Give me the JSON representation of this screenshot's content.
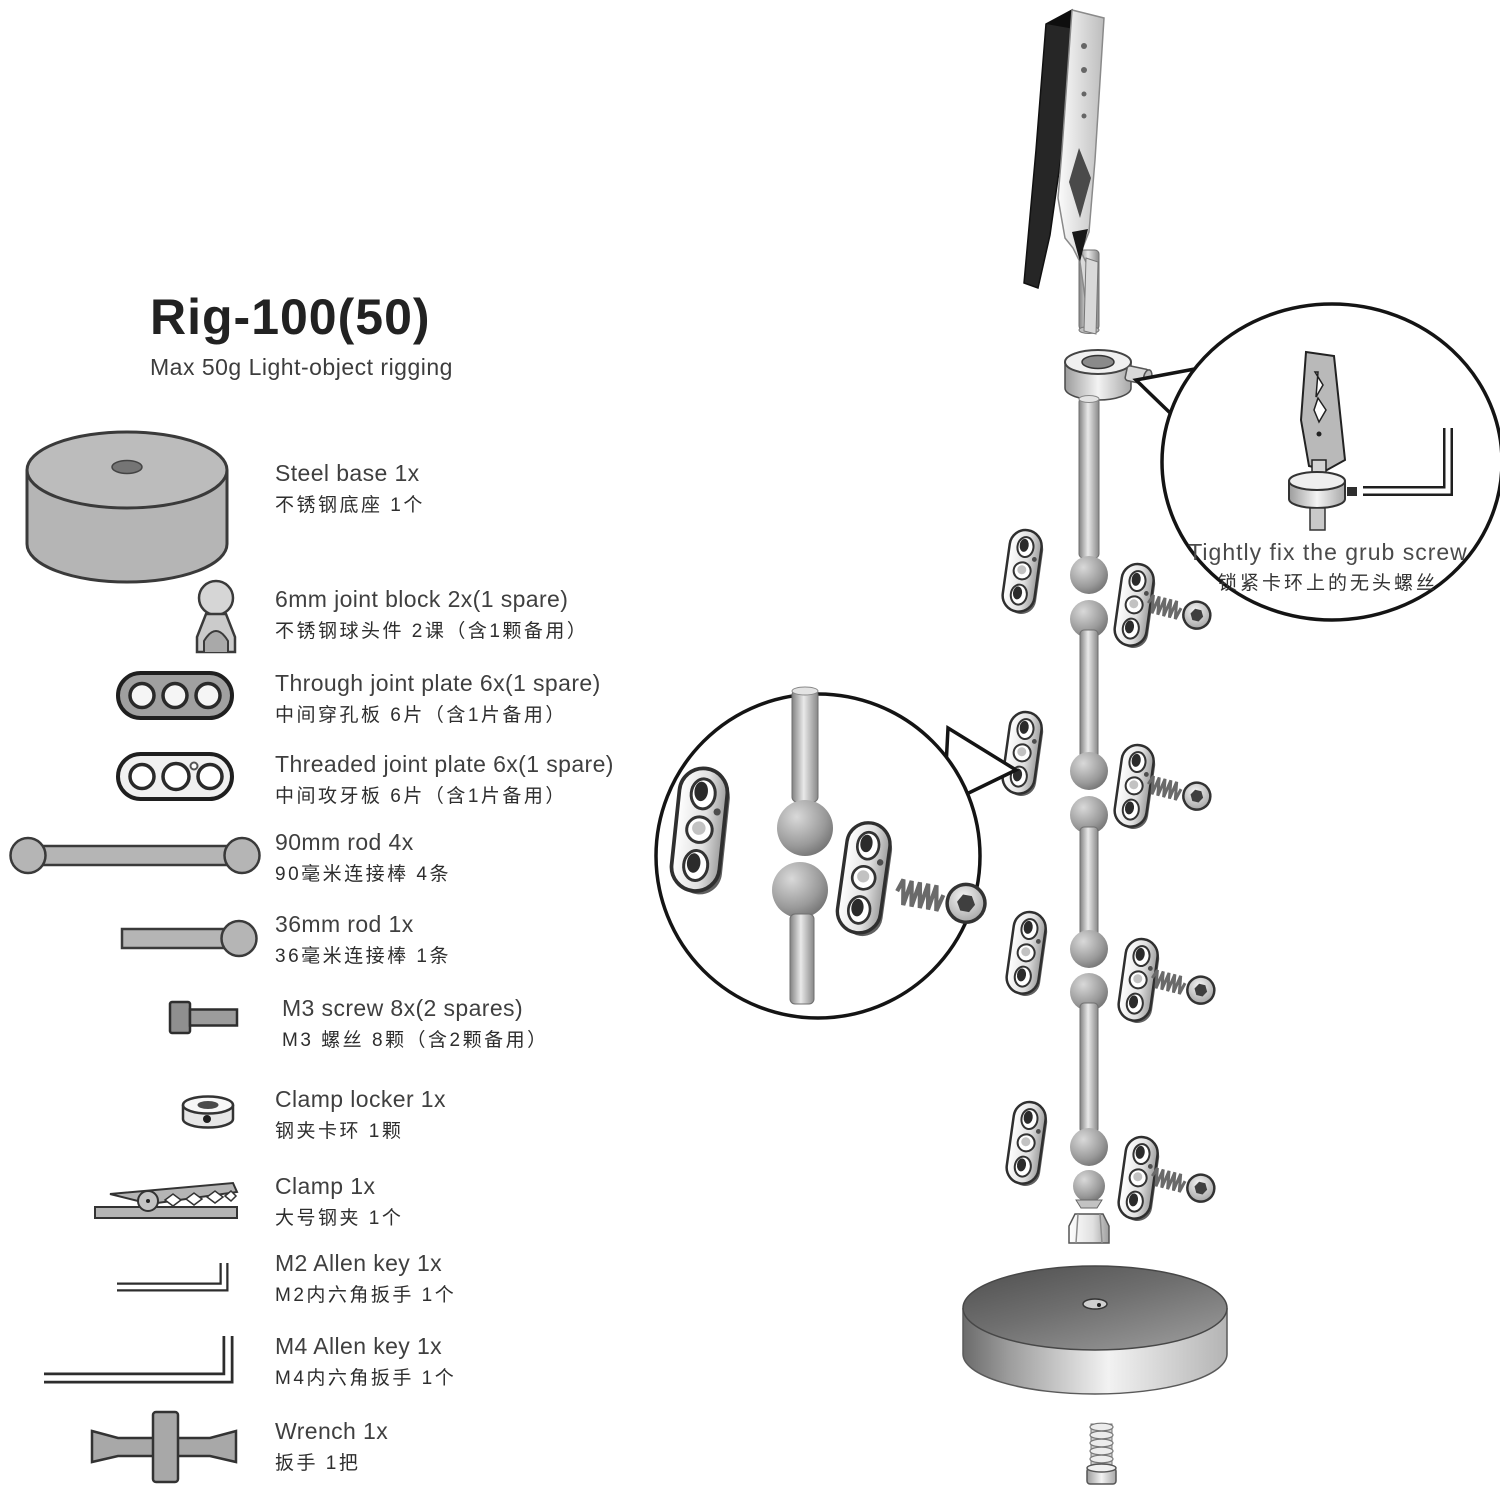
{
  "title": "Rig-100(50)",
  "subtitle": "Max 50g Light-object rigging",
  "parts": [
    {
      "en": "Steel base 1x",
      "zh": "不锈钢底座 1个",
      "icon": "steel-base-icon"
    },
    {
      "en": "6mm joint block 2x(1 spare)",
      "zh": "不锈钢球头件 2课（含1颗备用）",
      "icon": "joint-block-icon"
    },
    {
      "en": "Through joint plate 6x(1 spare)",
      "zh": "中间穿孔板 6片（含1片备用）",
      "icon": "through-joint-plate-icon"
    },
    {
      "en": "Threaded joint plate 6x(1 spare)",
      "zh": "中间攻牙板 6片（含1片备用）",
      "icon": "threaded-joint-plate-icon"
    },
    {
      "en": "90mm rod 4x",
      "zh": "90毫米连接棒 4条",
      "icon": "rod-90mm-icon"
    },
    {
      "en": "36mm rod 1x",
      "zh": "36毫米连接棒 1条",
      "icon": "rod-36mm-icon"
    },
    {
      "en": "M3 screw 8x(2 spares)",
      "zh": "M3 螺丝 8颗（含2颗备用）",
      "icon": "m3-screw-icon"
    },
    {
      "en": "Clamp locker 1x",
      "zh": "钢夹卡环 1颗",
      "icon": "clamp-locker-icon"
    },
    {
      "en": "Clamp 1x",
      "zh": "大号钢夹 1个",
      "icon": "clamp-icon"
    },
    {
      "en": "M2 Allen key 1x",
      "zh": "M2内六角扳手 1个",
      "icon": "m2-allen-key-icon"
    },
    {
      "en": "M4 Allen key 1x",
      "zh": "M4内六角扳手 1个",
      "icon": "m4-allen-key-icon"
    },
    {
      "en": "Wrench 1x",
      "zh": "扳手 1把",
      "icon": "wrench-icon"
    }
  ],
  "callout": {
    "en": "Tightly fix the grub screw",
    "zh": "锁紧卡环上的无头螺丝"
  },
  "colors": {
    "ink": "#2b2b2b",
    "part_gray": "#b5b5b5",
    "outline": "#3a3a3a",
    "background": "#ffffff"
  }
}
